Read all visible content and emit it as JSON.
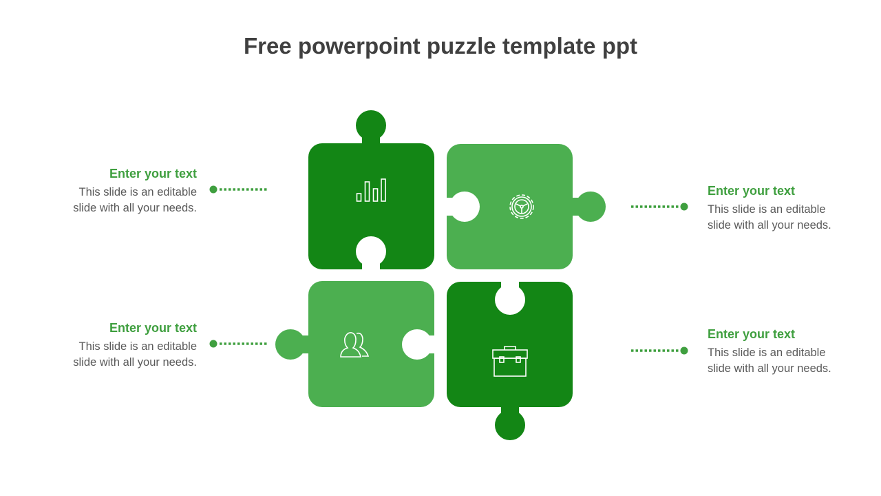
{
  "title": "Free powerpoint puzzle template ppt",
  "colors": {
    "dark_green": "#138615",
    "light_green": "#4caf50",
    "heading_green": "#3f9f3f"
  },
  "items": [
    {
      "heading": "Enter your text",
      "line1": "This slide is an editable",
      "line2": "slide with all your needs.",
      "icon": "bar-chart-icon"
    },
    {
      "heading": "Enter your text",
      "line1": "This slide is an editable",
      "line2": "slide with all your needs.",
      "icon": "gear-icon"
    },
    {
      "heading": "Enter your text",
      "line1": "This slide is an editable",
      "line2": "slide with all your needs.",
      "icon": "users-icon"
    },
    {
      "heading": "Enter your text",
      "line1": "This slide is an editable",
      "line2": "slide with all your needs.",
      "icon": "briefcase-icon"
    }
  ]
}
